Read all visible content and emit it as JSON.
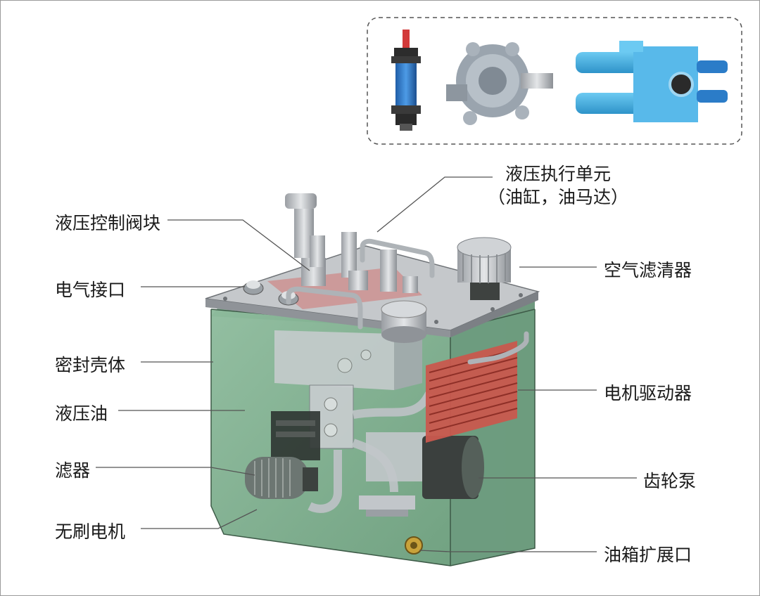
{
  "labels": {
    "exec_unit_line1": "液压执行单元",
    "exec_unit_line2": "（油缸，油马达）",
    "control_block": "液压控制阀块",
    "electrical_interface": "电气接口",
    "sealed_housing": "密封壳体",
    "hydraulic_oil": "液压油",
    "filter": "滤器",
    "brushless_motor": "无刷电机",
    "air_filter": "空气滤清器",
    "motor_driver": "电机驱动器",
    "gear_pump": "齿轮泵",
    "tank_expansion_port": "油箱扩展口"
  },
  "colors": {
    "tank_green": "#7fae8e",
    "tank_green_dark": "#5f8f70",
    "plate_gray": "#b9bcc0",
    "driver_red": "#c9584e",
    "actuator_blue": "#2e7fd0",
    "cylinder_cyan": "#4bb4e6",
    "leader_line": "#555555"
  }
}
